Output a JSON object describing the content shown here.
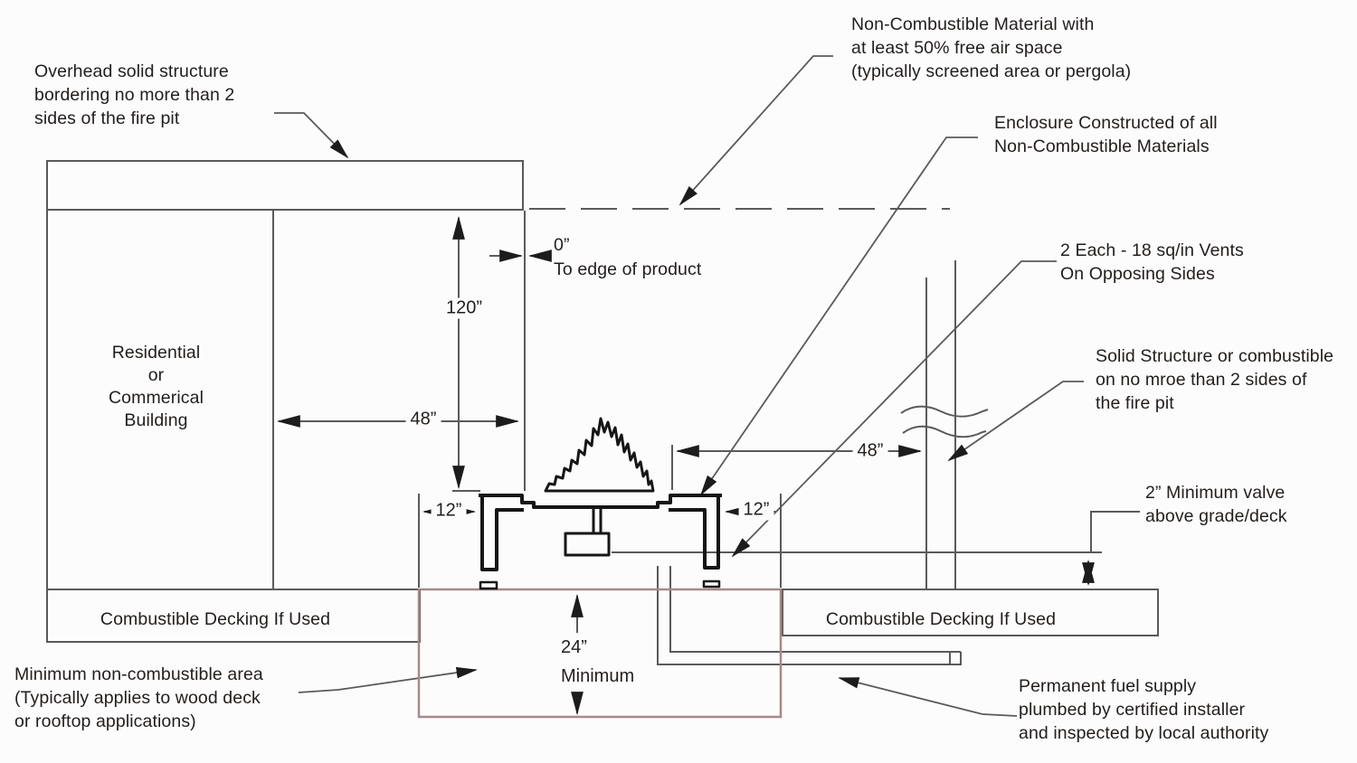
{
  "diagram": {
    "labels": {
      "overhead": "Overhead solid structure\nbordering no more than 2\nsides of the fire pit",
      "building": "Residential\nor\nCommerical\nBuilding",
      "non_combustible_cover": "Non-Combustible Material with\nat least 50% free air space\n(typically screened area or pergola)",
      "enclosure": "Enclosure Constructed of all\nNon-Combustible Materials",
      "vents": "2 Each - 18 sq/in Vents\nOn Opposing Sides",
      "solid_structure": "Solid Structure or combustible\non no mroe than 2 sides of\nthe fire pit",
      "valve_height": "2” Minimum valve\nabove grade/deck",
      "zero_clearance": "0”\nTo edge of product",
      "decking_left": "Combustible Decking If Used",
      "decking_right": "Combustible Decking If Used",
      "min_noncombustible_area": "Minimum non-combustible area\n(Typically applies to wood deck\n or rooftop applications)",
      "fuel_supply": "Permanent fuel supply\nplumbed by certified installer\nand inspected by local authority"
    },
    "dims": {
      "overhead_clearance": "120”",
      "side_clearance_left": "48”",
      "side_clearance_right": "48”",
      "margin_left": "12”",
      "margin_right": "12”",
      "noncombustible_depth": "24”\nMinimum"
    },
    "colors": {
      "structure_line": "#5a5a5a",
      "fire_pit_line": "#161616",
      "noncombustible_area_line": "#a8888a",
      "text": "#221e1c",
      "background": "#fcfcfc"
    }
  }
}
